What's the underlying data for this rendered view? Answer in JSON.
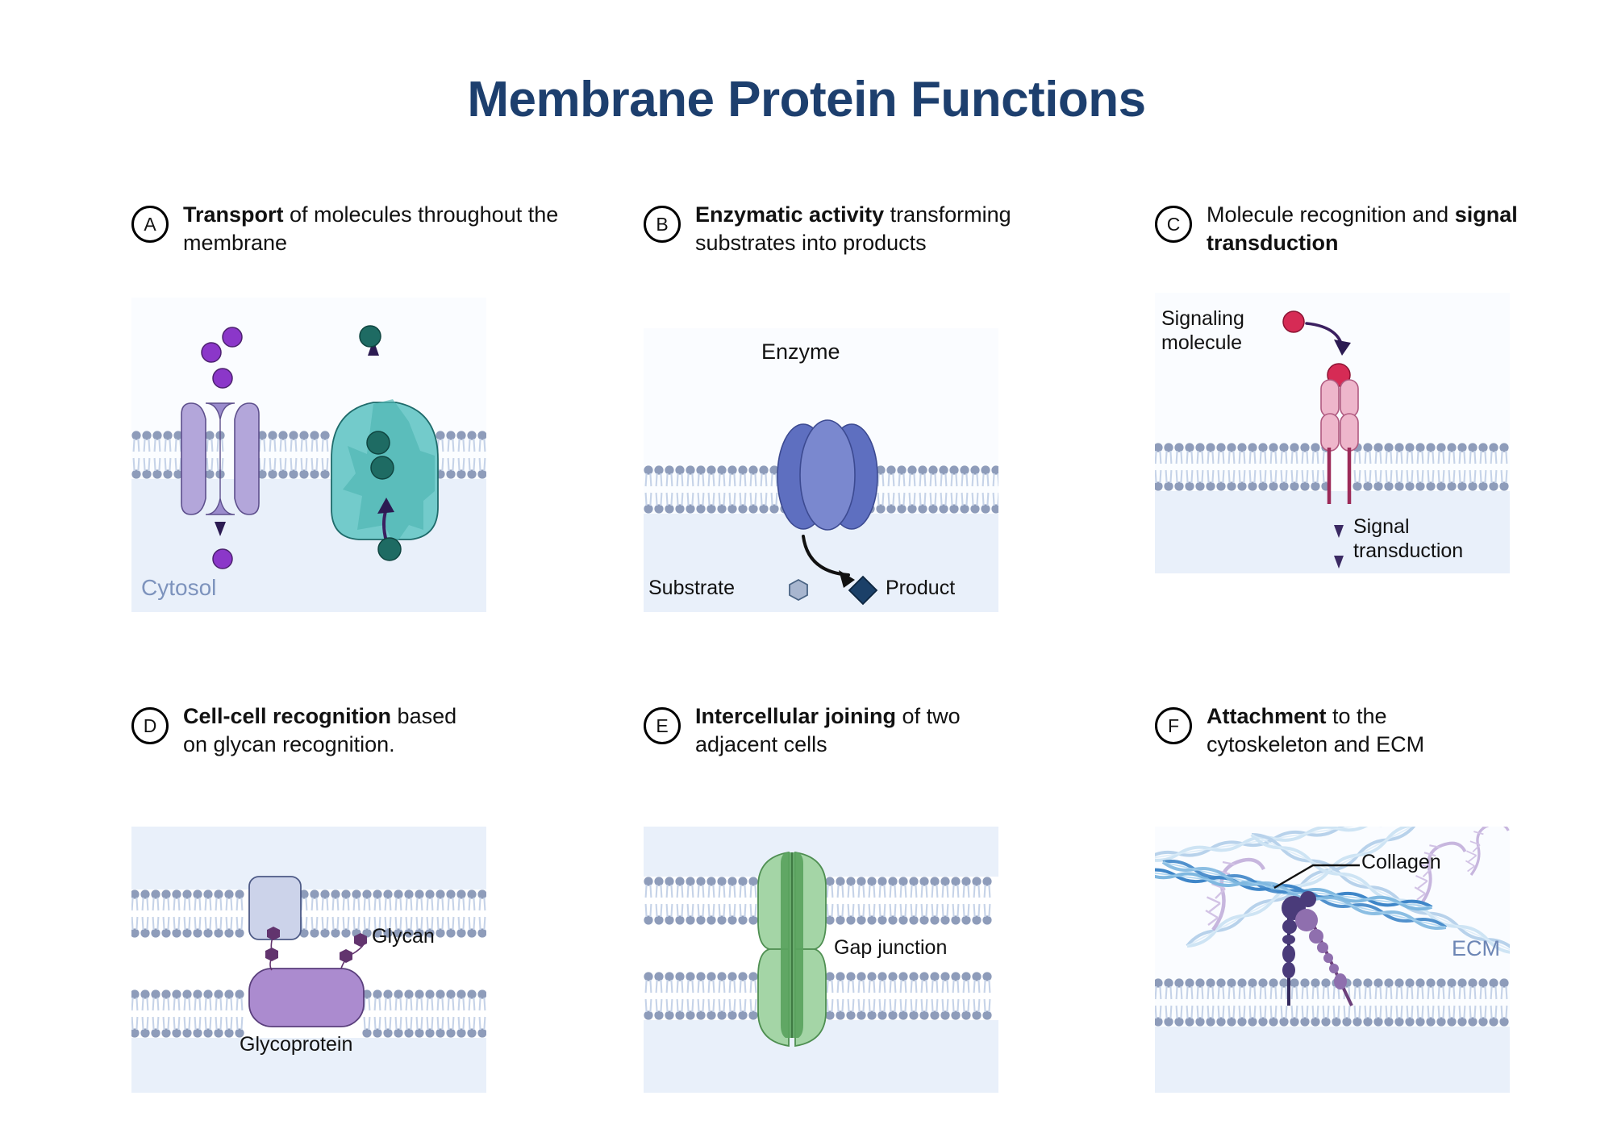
{
  "title": "Membrane Protein Functions",
  "theme": {
    "title_color": "#1d3f6e",
    "membrane_head": "#8e9cba",
    "membrane_tail": "#c6d3e8",
    "cytosol_fill": "#e9f0fa",
    "exterior_fill": "#fafcff"
  },
  "panels": [
    {
      "id": "A",
      "badge": "A",
      "heading_bold": "Transport",
      "heading_rest": " of molecules throughout the membrane",
      "labels": {
        "cytosol": "Cytosol"
      },
      "elements": {
        "channel_protein_color": "#b3a6da",
        "channel_pore_color": "#9b8ccd",
        "carrier_protein_color": "#73cbcb",
        "purple_molecule": "#8b37c9",
        "teal_molecule": "#1e6b63"
      }
    },
    {
      "id": "B",
      "badge": "B",
      "heading_bold": "Enzymatic activity",
      "heading_rest": " transforming substrates into products",
      "labels": {
        "enzyme": "Enzyme",
        "substrate": "Substrate",
        "product": "Product"
      },
      "elements": {
        "enzyme_color": "#5e6fc0",
        "enzyme_center_color": "#7a88cf",
        "substrate_color": "#a8b6cf",
        "product_color": "#1b4068"
      }
    },
    {
      "id": "C",
      "badge": "C",
      "heading_bold_prefix": "Molecule recognition and ",
      "heading_bold": "signal transduction",
      "heading_rest": "",
      "labels": {
        "signaling_molecule": "Signaling molecule",
        "signal_transduction": "Signal transduction"
      },
      "elements": {
        "signal_molecule_color": "#d62b55",
        "receptor_color": "#eeb6cb",
        "receptor_tail_color": "#9c2a58"
      }
    },
    {
      "id": "D",
      "badge": "D",
      "heading_bold": "Cell-cell recognition",
      "heading_rest": " based on glycan recognition.",
      "labels": {
        "glycan": "Glycan",
        "glycoprotein": "Glycoprotein"
      },
      "elements": {
        "upper_protein_color": "#ccd3ea",
        "glycoprotein_color": "#ab8bcf",
        "glycan_color": "#62346e"
      }
    },
    {
      "id": "E",
      "badge": "E",
      "heading_bold": "Intercellular joining",
      "heading_rest": " of two adjacent cells",
      "labels": {
        "gap_junction": "Gap junction"
      },
      "elements": {
        "connexon_color": "#a4d5a6",
        "connexon_core_color": "#5aa35e"
      }
    },
    {
      "id": "F",
      "badge": "F",
      "heading_bold": "Attachment",
      "heading_rest": " to the cytoskeleton and ECM",
      "labels": {
        "collagen": "Collagen",
        "ecm": "ECM"
      },
      "elements": {
        "collagen_color": "#3f86c8",
        "proteoglycan_color": "#b79fd4",
        "integrin_dark_color": "#4a3b7a",
        "integrin_light_color": "#8f6fae"
      }
    }
  ]
}
